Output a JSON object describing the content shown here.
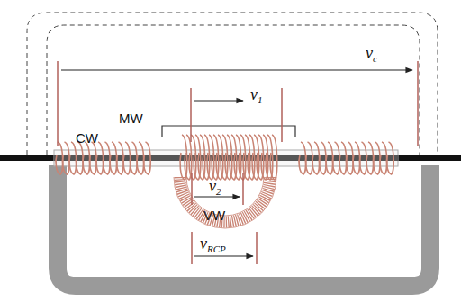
{
  "diagram": {
    "labels": [
      "vc",
      "MW",
      "v1",
      "CW",
      "v2",
      "VW",
      "vRCP"
    ]
  }
}
